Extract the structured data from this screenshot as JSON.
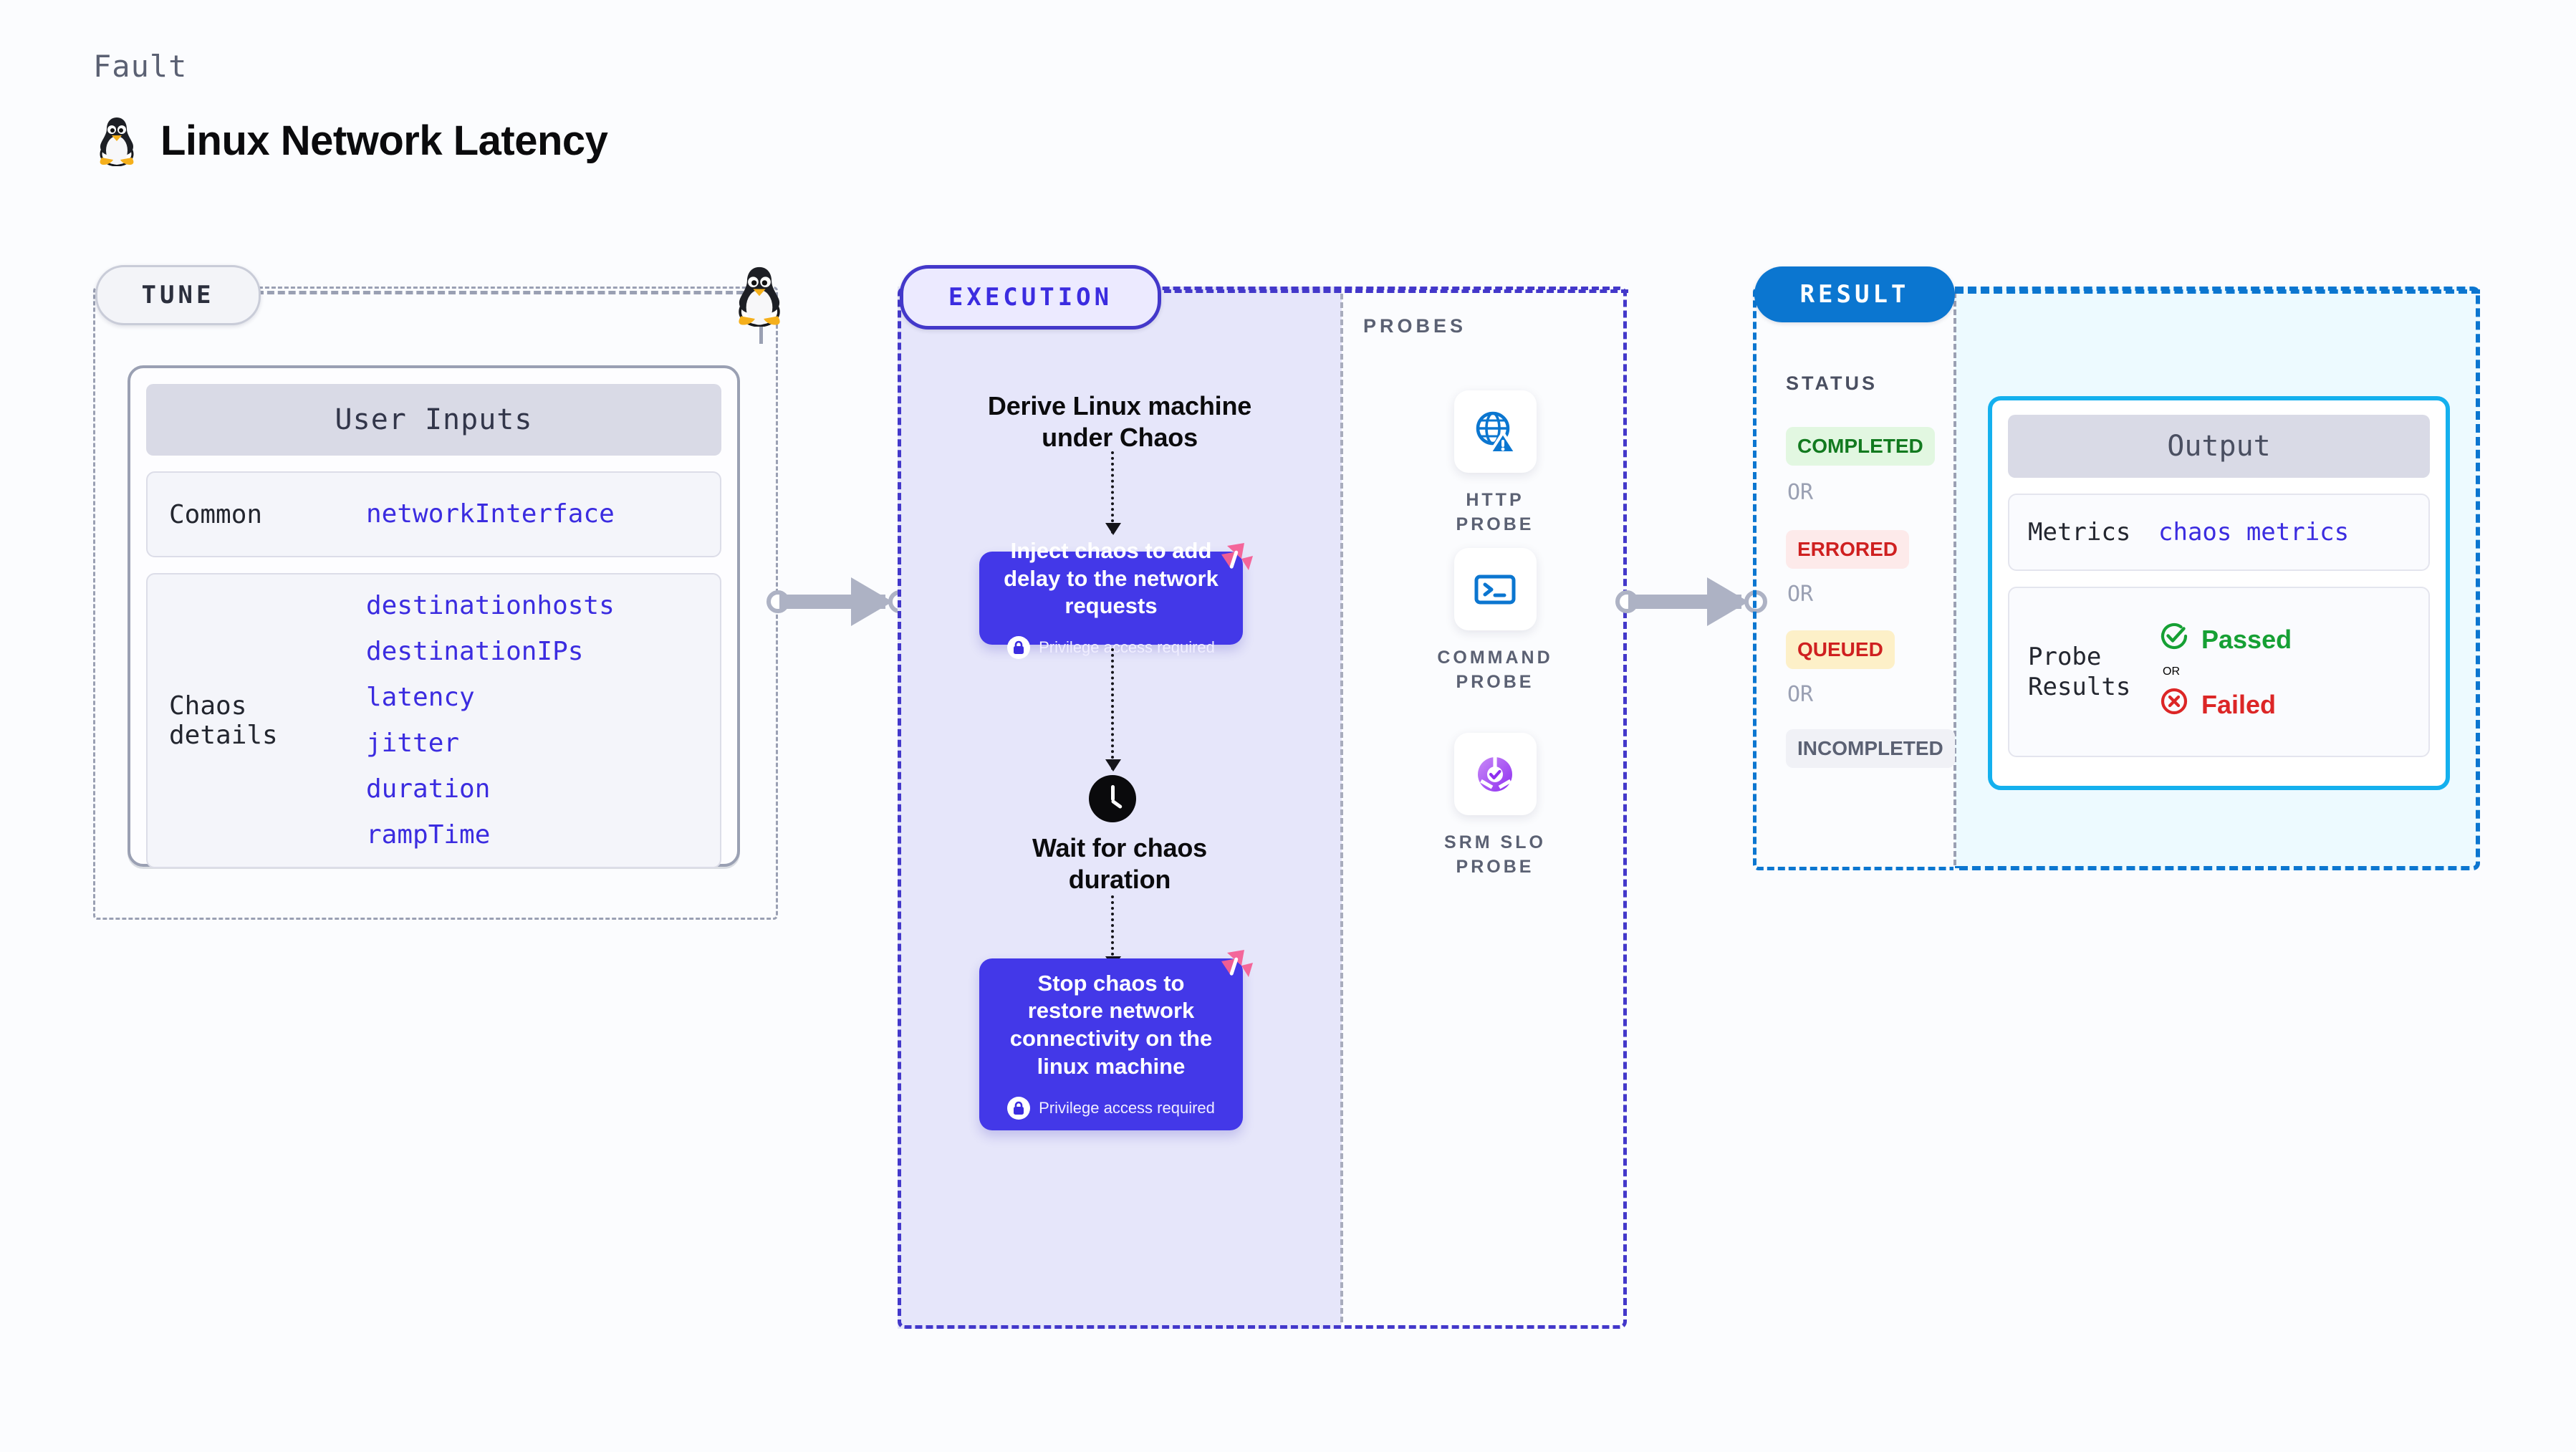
{
  "header": {
    "kicker": "Fault",
    "title": "Linux Network Latency",
    "icon": "linux-penguin-icon"
  },
  "tune": {
    "badge": "TUNE",
    "icon": "linux-penguin-icon",
    "card_header": "User Inputs",
    "rows": [
      {
        "key": "Common",
        "values": [
          "networkInterface"
        ]
      },
      {
        "key": "Chaos details",
        "values": [
          "destinationhosts",
          "destinationIPs",
          "latency",
          "jitter",
          "duration",
          "rampTime"
        ]
      }
    ]
  },
  "execution": {
    "badge": "EXECUTION",
    "step1_title": "Derive Linux machine\nunder Chaos",
    "card1": {
      "title": "Inject chaos to add delay to the network requests",
      "privilege": "Privilege access required",
      "badge_icon": "harness-logo-icon",
      "lock_icon": "lock-icon"
    },
    "wait_title": "Wait for chaos\nduration",
    "wait_icon": "clock-icon",
    "card2": {
      "title": "Stop chaos to restore network connectivity on the linux machine",
      "privilege": "Privilege access required",
      "badge_icon": "harness-logo-icon",
      "lock_icon": "lock-icon"
    }
  },
  "probes": {
    "label": "PROBES",
    "items": [
      {
        "name": "HTTP PROBE",
        "icon": "globe-warning-icon"
      },
      {
        "name": "COMMAND\nPROBE",
        "icon": "terminal-icon"
      },
      {
        "name": "SRM SLO\nPROBE",
        "icon": "srm-slo-donut-icon"
      }
    ]
  },
  "result": {
    "badge": "RESULT",
    "status_label": "STATUS",
    "or": "OR",
    "statuses": [
      {
        "label": "COMPLETED",
        "bg": "#e2f7e1",
        "fg": "#127a1f"
      },
      {
        "label": "ERRORED",
        "bg": "#fdeaea",
        "fg": "#cf2020"
      },
      {
        "label": "QUEUED",
        "bg": "#fdf0c8",
        "fg": "#cf2020"
      },
      {
        "label": "INCOMPLETED",
        "bg": "#f0f1f6",
        "fg": "#5b6173"
      }
    ],
    "output": {
      "header": "Output",
      "metrics_key": "Metrics",
      "metrics_value": "chaos metrics",
      "probe_results_key": "Probe\nResults",
      "passed": "Passed",
      "failed": "Failed",
      "or": "OR",
      "pass_icon": "check-circle-icon",
      "fail_icon": "x-circle-icon"
    }
  },
  "colors": {
    "accent_purple": "#4338e8",
    "accent_blue": "#0b76d0",
    "accent_cyan": "#14b0ee",
    "accent_pink": "#f4669a",
    "link_blue": "#3b2ce0",
    "muted": "#9aa0b3"
  }
}
